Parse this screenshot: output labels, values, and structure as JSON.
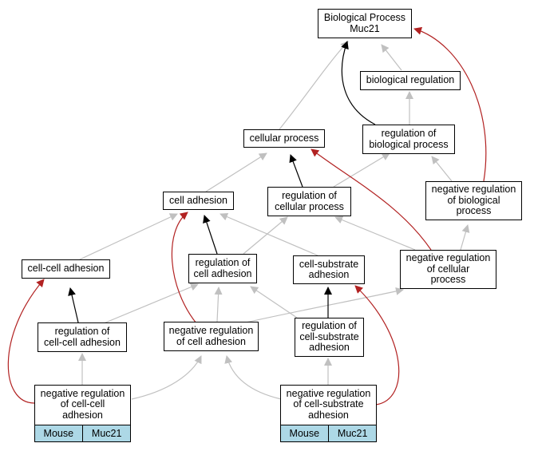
{
  "nodes": {
    "root": "Biological Process\nMuc21",
    "bio_reg": "biological regulation",
    "reg_bio": "regulation of\nbiological process",
    "cell_proc": "cellular process",
    "neg_bio": "negative regulation\nof biological\nprocess",
    "cell_adh": "cell adhesion",
    "reg_cell": "regulation of\ncellular process",
    "cc_adh": "cell-cell adhesion",
    "reg_adh": "regulation of\ncell adhesion",
    "cs_adh": "cell-substrate\nadhesion",
    "neg_cell": "negative regulation\nof cellular\nprocess",
    "reg_cc": "regulation of\ncell-cell adhesion",
    "neg_adh": "negative regulation\nof cell adhesion",
    "reg_cs": "regulation of\ncell-substrate\nadhesion",
    "neg_cc": "negative regulation\nof cell-cell\nadhesion",
    "neg_cs": "negative regulation\nof cell-substrate\nadhesion"
  },
  "tags": {
    "species": "Mouse",
    "gene": "Muc21"
  },
  "edge_colors": {
    "is_a": "#c0c0c0",
    "regulates": "#000000",
    "negatively_regulates": "#b22222"
  }
}
